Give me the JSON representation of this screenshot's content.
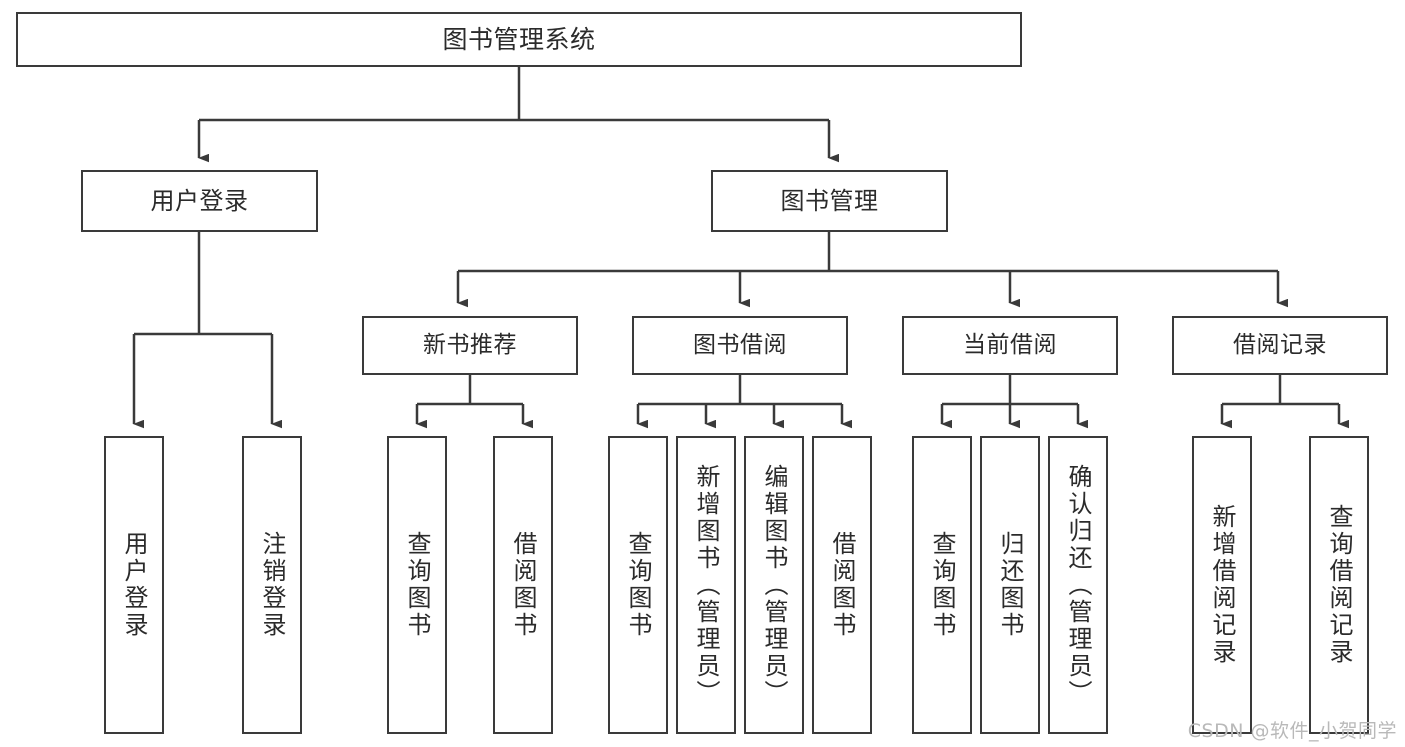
{
  "diagram": {
    "title_node": {
      "label": "图书管理系统"
    },
    "colors": {
      "stroke": "#3a3a3a",
      "text": "#2b2b2b",
      "background": "#ffffff",
      "watermark": "#b9b9b9"
    },
    "level2": [
      {
        "label": "用户登录"
      },
      {
        "label": "图书管理"
      }
    ],
    "level3": [
      {
        "label": "新书推荐"
      },
      {
        "label": "图书借阅"
      },
      {
        "label": "当前借阅"
      },
      {
        "label": "借阅记录"
      }
    ],
    "leaves": {
      "user_login": [
        {
          "label": "用户登录"
        },
        {
          "label": "注销登录"
        }
      ],
      "new_book_recommend": [
        {
          "label": "查询图书"
        },
        {
          "label": "借阅图书"
        }
      ],
      "book_borrow": [
        {
          "label": "查询图书"
        },
        {
          "label": "新增图书（管理员）"
        },
        {
          "label": "编辑图书（管理员）"
        },
        {
          "label": "借阅图书"
        }
      ],
      "current_borrow": [
        {
          "label": "查询图书"
        },
        {
          "label": "归还图书"
        },
        {
          "label": "确认归还（管理员）"
        }
      ],
      "borrow_record": [
        {
          "label": "新增借阅记录"
        },
        {
          "label": "查询借阅记录"
        }
      ]
    }
  },
  "watermark": {
    "text": "CSDN @软件_小贺同学"
  }
}
